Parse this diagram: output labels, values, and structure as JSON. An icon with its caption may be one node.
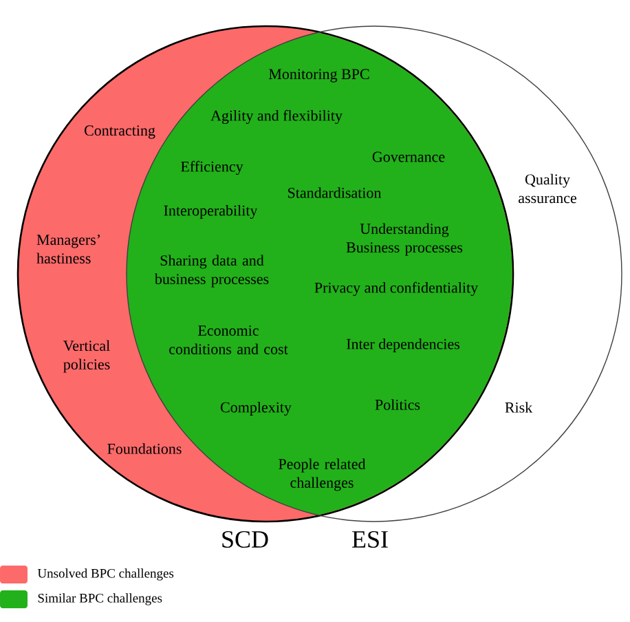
{
  "diagram": {
    "nodes": [
      {
        "text": [
          "SCD",
          "Contracting",
          "Managers’ hastiness",
          "Vertical policies",
          "Foundations"
        ]
      },
      {
        "text": [
          "ESI",
          "Quality assurance",
          "Risk"
        ]
      },
      {
        "text": [
          "Monitoring BPC",
          "Agility and flexibility",
          "Governance",
          "Efficiency",
          "Standardisation",
          "Interoperability",
          "Understanding Business processes",
          "Sharing data and business processes",
          "Privacy and confidentiality",
          "Economic conditions and cost",
          "Inter dependencies",
          "Complexity",
          "Politics",
          "People related challenges"
        ]
      }
    ],
    "legend": [
      {
        "text": "Unsolved BPC challenges",
        "color": "#fd6a6a"
      },
      {
        "text": "Similar BPC challenges",
        "color": "#22b11a"
      }
    ]
  }
}
